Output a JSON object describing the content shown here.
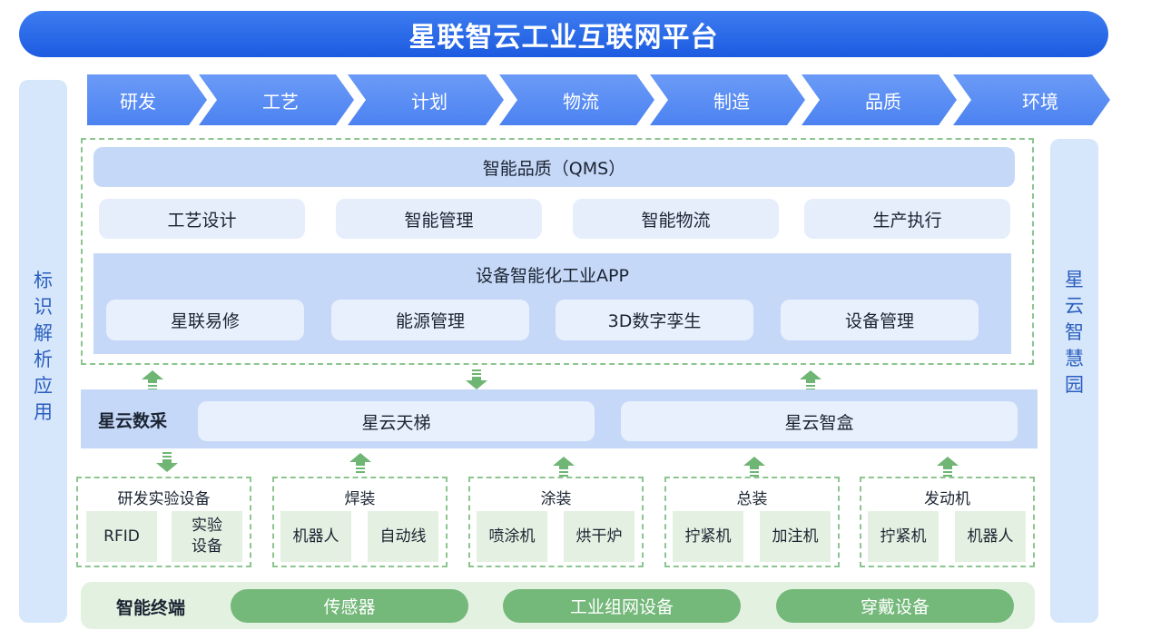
{
  "title": "星联智云工业互联网平台",
  "left_label": [
    "标",
    "识",
    "解",
    "析",
    "应",
    "用"
  ],
  "right_label": [
    "星",
    "云",
    "智",
    "慧",
    "园"
  ],
  "process": [
    "研发",
    "工艺",
    "计划",
    "物流",
    "制造",
    "品质",
    "环境"
  ],
  "qms": "智能品质（QMS）",
  "mid_row": [
    "工艺设计",
    "智能管理",
    "智能物流",
    "生产执行"
  ],
  "app_title": "设备智能化工业APP",
  "app_items": [
    "星联易修",
    "能源管理",
    "3D数字孪生",
    "设备管理"
  ],
  "collect": {
    "label": "星云数采",
    "ladder": "星云天梯",
    "box": "星云智盒"
  },
  "devices": [
    {
      "title": "研发实验设备",
      "items": [
        "RFID",
        "实验\n设备"
      ]
    },
    {
      "title": "焊装",
      "items": [
        "机器人",
        "自动线"
      ]
    },
    {
      "title": "涂装",
      "items": [
        "喷涂机",
        "烘干炉"
      ]
    },
    {
      "title": "总装",
      "items": [
        "拧紧机",
        "加注机"
      ]
    },
    {
      "title": "发动机",
      "items": [
        "拧紧机",
        "机器人"
      ]
    }
  ],
  "terminal": {
    "label": "智能终端",
    "items": [
      "传感器",
      "工业组网设备",
      "穿戴设备"
    ]
  },
  "colors": {
    "primary": "#1c5be0",
    "chevron": "#5b8ef5",
    "panel": "#c6d8f8",
    "green": "#74b87a",
    "dashed": "#8cc58f"
  }
}
